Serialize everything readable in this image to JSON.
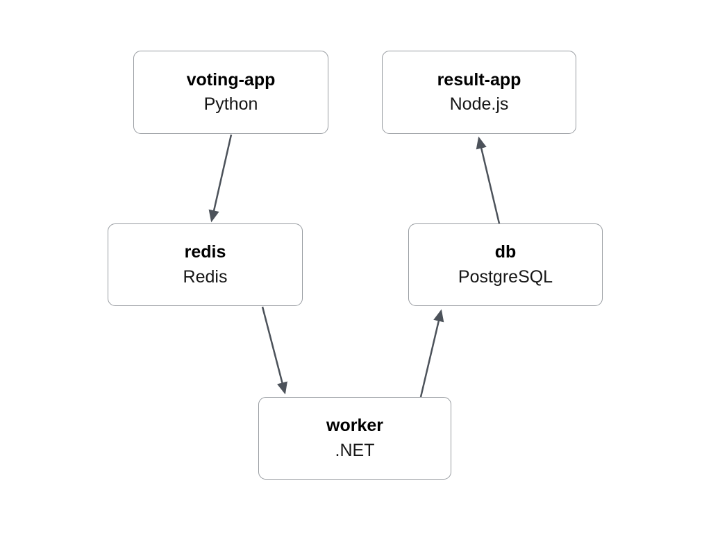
{
  "diagram": {
    "background_color": "#ffffff",
    "node_border_color": "#979ba0",
    "node_fill_color": "#ffffff",
    "arrow_color": "#4c525a",
    "nodes": [
      {
        "id": "voting-app",
        "name": "voting-app",
        "tech": "Python"
      },
      {
        "id": "result-app",
        "name": "result-app",
        "tech": "Node.js"
      },
      {
        "id": "redis",
        "name": "redis",
        "tech": "Redis"
      },
      {
        "id": "db",
        "name": "db",
        "tech": "PostgreSQL"
      },
      {
        "id": "worker",
        "name": "worker",
        "tech": ".NET"
      }
    ],
    "edges": [
      {
        "from": "voting-app",
        "to": "redis"
      },
      {
        "from": "redis",
        "to": "worker"
      },
      {
        "from": "worker",
        "to": "db"
      },
      {
        "from": "db",
        "to": "result-app"
      }
    ]
  }
}
